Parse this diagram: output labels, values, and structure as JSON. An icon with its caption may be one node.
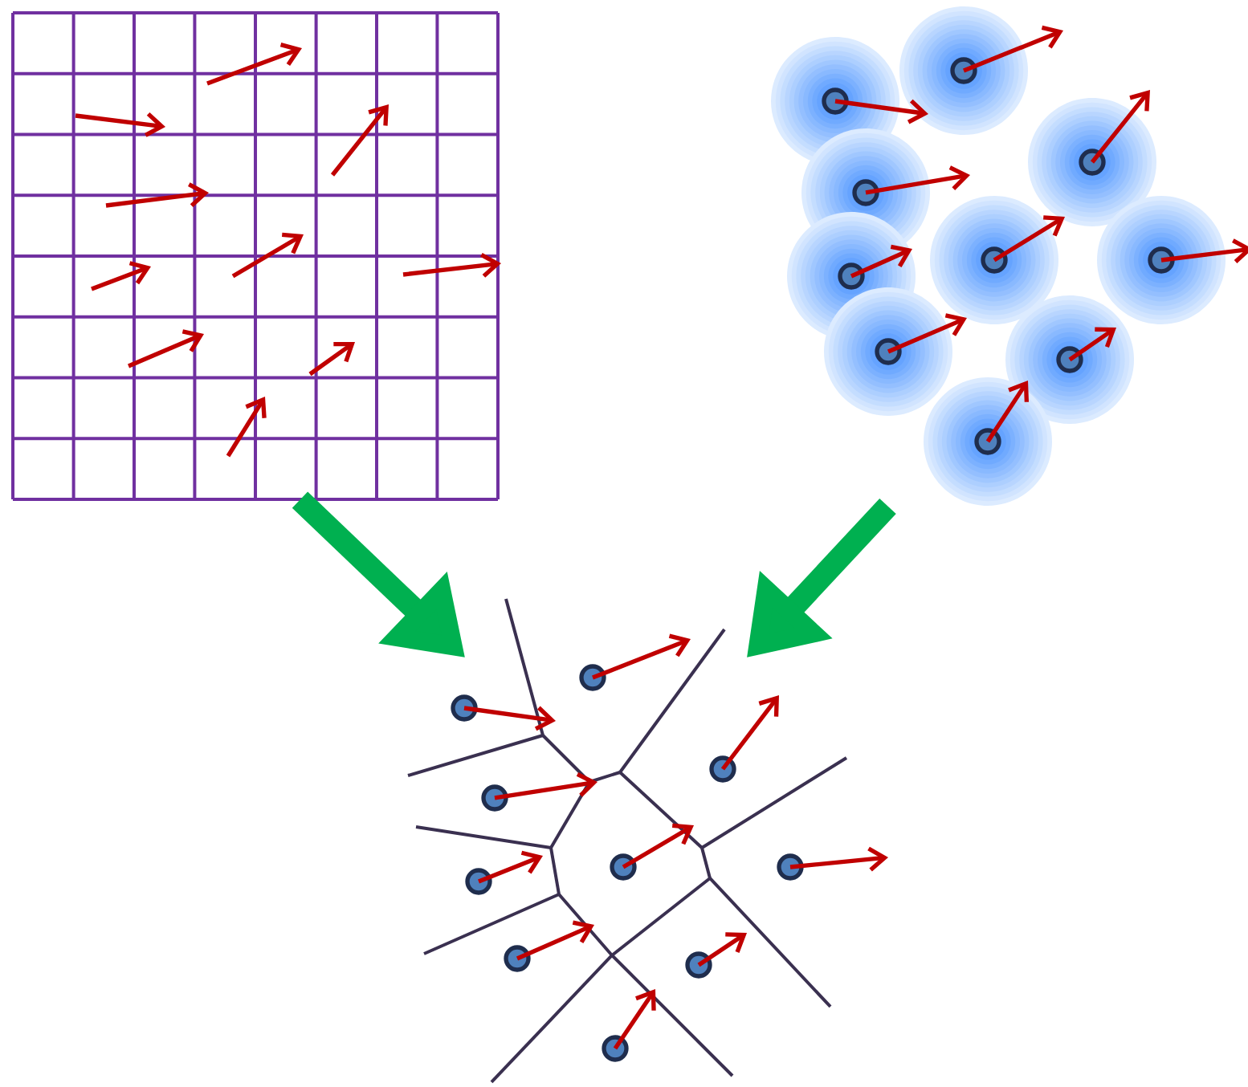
{
  "diagram": {
    "nodes": [
      {
        "text": [],
        "shape": "picture"
      },
      {
        "text": [],
        "shape": "picture"
      },
      {
        "text": [],
        "shape": "picture"
      }
    ],
    "edges": [
      {
        "from": 0,
        "to": 2,
        "arrow": "to"
      },
      {
        "from": 1,
        "to": 2,
        "arrow": "to"
      }
    ]
  }
}
